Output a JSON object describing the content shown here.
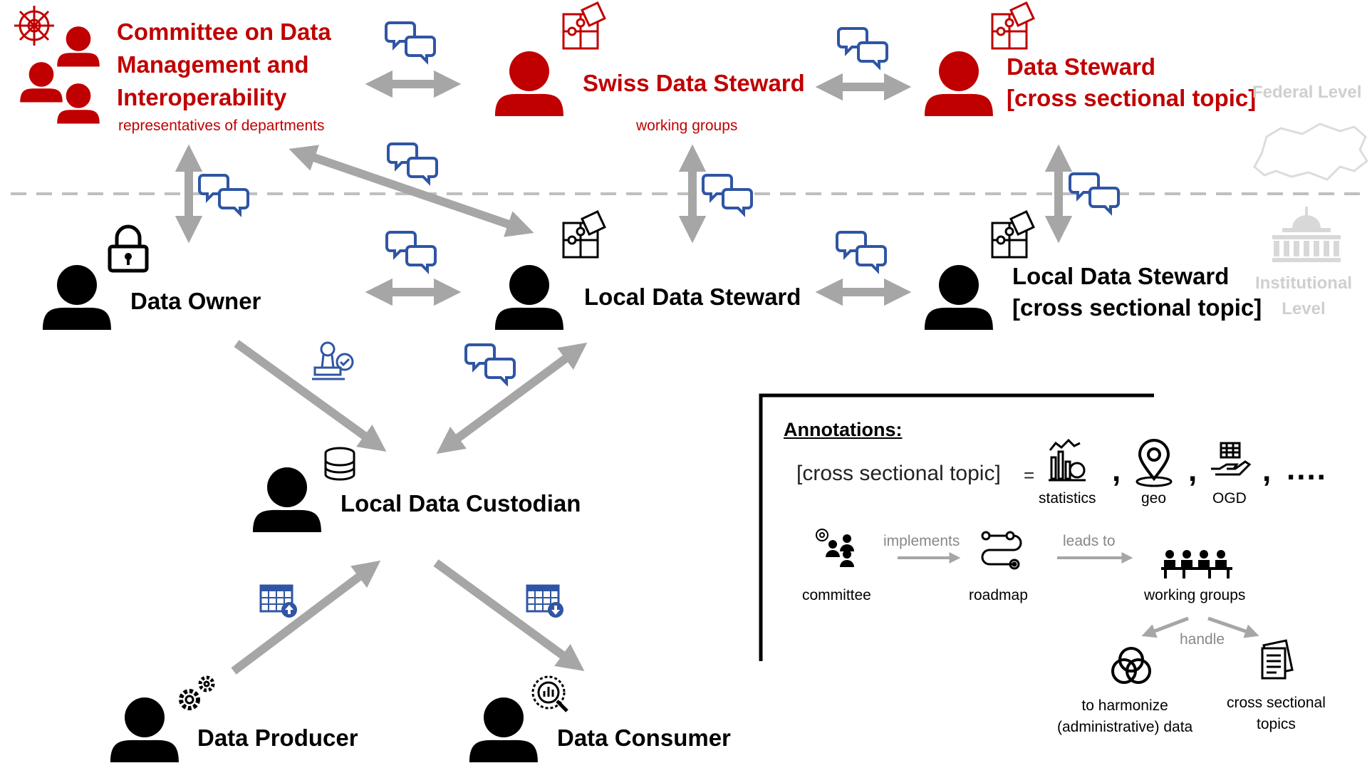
{
  "levels": {
    "federal": "Federal Level",
    "institutional_line1": "Institutional",
    "institutional_line2": "Level"
  },
  "roles": {
    "committee": {
      "line1": "Committee on Data",
      "line2": "Management and",
      "line3": "Interoperability",
      "subtitle": "representatives of departments"
    },
    "swiss_steward": {
      "label": "Swiss Data Steward",
      "subtitle": "working groups"
    },
    "federal_cross_steward": {
      "line1": "Data Steward",
      "line2": "[cross sectional topic]"
    },
    "data_owner": {
      "label": "Data Owner"
    },
    "local_steward": {
      "label": "Local Data Steward"
    },
    "local_cross_steward": {
      "line1": "Local Data Steward",
      "line2": "[cross sectional topic]"
    },
    "custodian": {
      "label": "Local Data Custodian"
    },
    "producer": {
      "label": "Data Producer"
    },
    "consumer": {
      "label": "Data Consumer"
    }
  },
  "annotations": {
    "title": "Annotations:",
    "topic": "[cross sectional topic]",
    "equals": "=",
    "comma": ",",
    "ellipsis": "....",
    "examples": [
      "statistics",
      "geo",
      "OGD"
    ],
    "flow": {
      "committee": "committee",
      "implements": "implements",
      "roadmap": "roadmap",
      "leads_to": "leads to",
      "working_groups": "working groups",
      "handle": "handle",
      "harmonize_line1": "to harmonize",
      "harmonize_line2": "(administrative) data",
      "cross_line1": "cross sectional",
      "cross_line2": "topics"
    }
  },
  "colors": {
    "federal_red": "#c00000",
    "arrow_grey": "#a6a6a6",
    "chat_blue": "#2f55a4",
    "level_grey": "#cfcfcf"
  }
}
